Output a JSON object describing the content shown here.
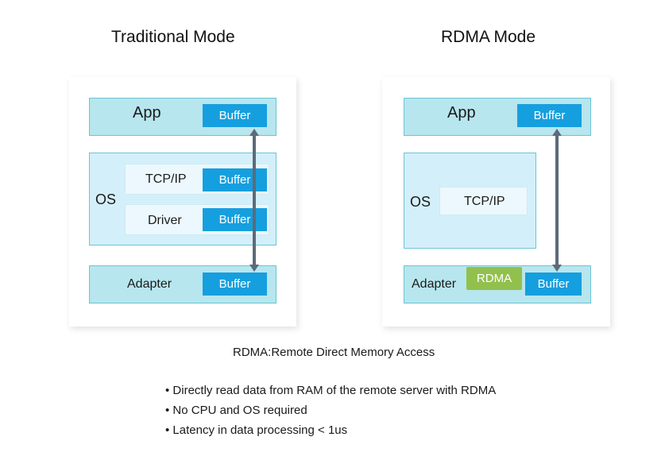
{
  "traditional": {
    "title": "Traditional Mode",
    "app_label": "App",
    "os_label": "OS",
    "tcpip_label": "TCP/IP",
    "driver_label": "Driver",
    "adapter_label": "Adapter",
    "buffer_label": "Buffer"
  },
  "rdma_mode": {
    "title": "RDMA Mode",
    "app_label": "App",
    "os_label": "OS",
    "tcpip_label": "TCP/IP",
    "adapter_label": "Adapter",
    "rdma_badge": "RDMA",
    "buffer_label": "Buffer"
  },
  "caption": "RDMA:Remote Direct Memory Access",
  "bullets": [
    "• Directly read data from RAM of the remote server with RDMA",
    "• No CPU and OS required",
    "• Latency in data processing < 1us"
  ],
  "colors": {
    "layer_fill": "#b7e6ee",
    "os_fill": "#d3effa",
    "buffer_fill": "#159fdf",
    "rdma_fill": "#92c04d",
    "arrow": "#5d6b78"
  }
}
